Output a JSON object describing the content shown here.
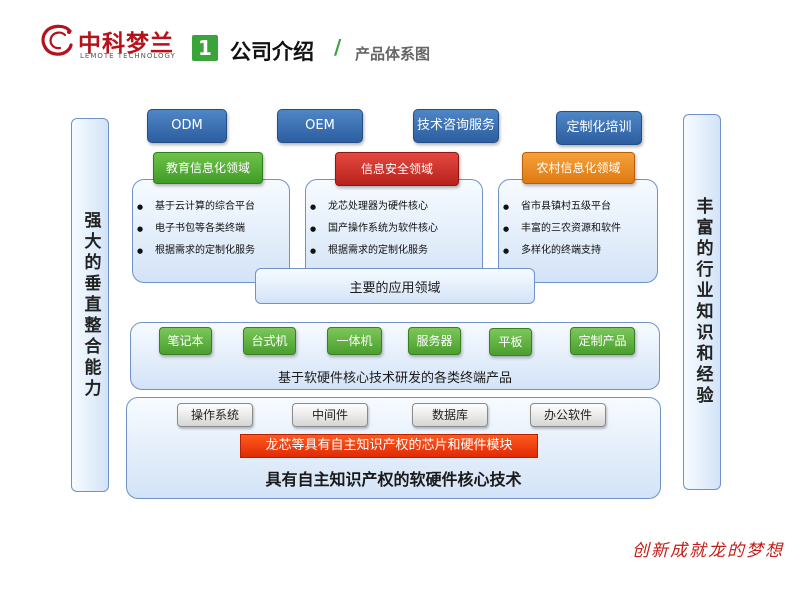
{
  "header": {
    "logo_cn": "中科梦兰",
    "logo_en": "LEMOTE TECHNOLOGY",
    "badge": "1",
    "title": "公司介绍",
    "slash": "/",
    "subtitle": "产品体系图"
  },
  "left_side": {
    "text": "强大的垂直整合能力"
  },
  "right_side": {
    "text": "丰富的行业知识和经验"
  },
  "services": [
    "ODM",
    "OEM",
    "技术咨询服务",
    "定制化培训"
  ],
  "domains": [
    {
      "label": "教育信息化领域",
      "items": [
        "基于云计算的综合平台",
        "电子书包等各类终端",
        "根据需求的定制化服务"
      ]
    },
    {
      "label": "信息安全领域",
      "items": [
        "龙芯处理器为硬件核心",
        "国产操作系统为软件核心",
        "根据需求的定制化服务"
      ]
    },
    {
      "label": "农村信息化领域",
      "items": [
        "省市县镇村五级平台",
        "丰富的三农资源和软件",
        "多样化的终端支持"
      ]
    }
  ],
  "application_label": "主要的应用领域",
  "products": {
    "items": [
      "笔记本",
      "台式机",
      "一体机",
      "服务器",
      "平板",
      "定制产品"
    ],
    "caption": "基于软硬件核心技术研发的各类终端产品"
  },
  "core": {
    "software": [
      "操作系统",
      "中间件",
      "数据库",
      "办公软件"
    ],
    "hardware_bar": "龙芯等具有自主知识产权的芯片和硬件模块",
    "caption": "具有自主知识产权的软硬件核心技术"
  },
  "slogan": "创新成就龙的梦想",
  "colors": {
    "brand_red": "#b5121b",
    "badge_green": "#3aa33a",
    "service_blue": "#2c5ea0",
    "panel_border": "#6f93c8",
    "edu_green": "#3f9c27",
    "security_red": "#b8221c",
    "rural_orange": "#df7a12",
    "hardware_bar": "#e12a06"
  }
}
